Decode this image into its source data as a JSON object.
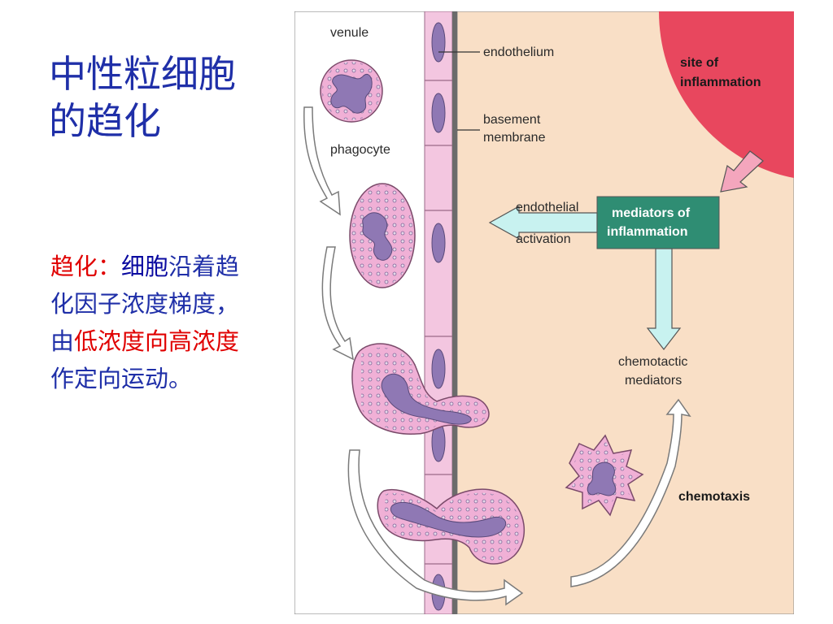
{
  "slide": {
    "title": "中性粒细胞的趋化",
    "desc_term": "趋化：",
    "desc_cell": "细胞",
    "desc_part1": "沿着趋化因子浓度梯度，由",
    "desc_low": "低浓度向高浓度",
    "desc_part2": "作定向运动。"
  },
  "diagram": {
    "venule": "venule",
    "phagocyte": "phagocyte",
    "endothelium": "endothelium",
    "basement_1": "basement",
    "basement_2": "membrane",
    "site_1": "site of",
    "site_2": "inflammation",
    "mediators_1": "mediators of",
    "mediators_2": "inflammation",
    "endo_act_1": "endothelial",
    "endo_act_2": "activation",
    "chemo_med_1": "chemotactic",
    "chemo_med_2": "mediators",
    "chemotaxis": "chemotaxis"
  },
  "colors": {
    "tissue": "#f9dfc6",
    "vessel_wall": "#f3c6e0",
    "cell_body": "#f0b0d6",
    "nucleus": "#8f78b4",
    "mediator_box": "#2f8d73",
    "inflammation": "#e8475e",
    "arrow_fill": "#c8f2f0"
  }
}
